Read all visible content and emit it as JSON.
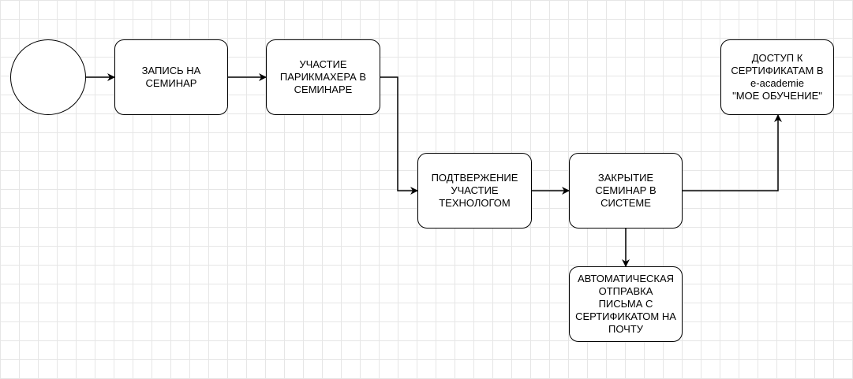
{
  "diagram": {
    "nodes": {
      "signup": {
        "label": "ЗАПИСЬ НА\nСЕМИНАР"
      },
      "participation": {
        "label": "УЧАСТИЕ\nПАРИКМАХЕРА В\nСЕМИНАРЕ"
      },
      "confirmation": {
        "label": "ПОДТВЕРЖЕНИЕ\nУЧАСТИЕ\nТЕХНОЛОГОМ"
      },
      "closing": {
        "label": "ЗАКРЫТИЕ\nСЕМИНАР В\nСИСТЕМЕ"
      },
      "auto_email": {
        "label": "АВТОМАТИЧЕСКАЯ\nОТПРАВКА\nПИСЬМА С\nСЕРТИФИКАТОМ НА\nПОЧТУ"
      },
      "certificate_access": {
        "label": "ДОСТУП К\nСЕРТИФИКАТАМ В\ne-academie\n\"МОЕ ОБУЧЕНИЕ\""
      }
    },
    "edges": [
      {
        "from": "start",
        "to": "signup"
      },
      {
        "from": "signup",
        "to": "participation"
      },
      {
        "from": "participation",
        "to": "confirmation"
      },
      {
        "from": "confirmation",
        "to": "closing"
      },
      {
        "from": "closing",
        "to": "auto_email"
      },
      {
        "from": "closing",
        "to": "certificate_access"
      }
    ]
  }
}
